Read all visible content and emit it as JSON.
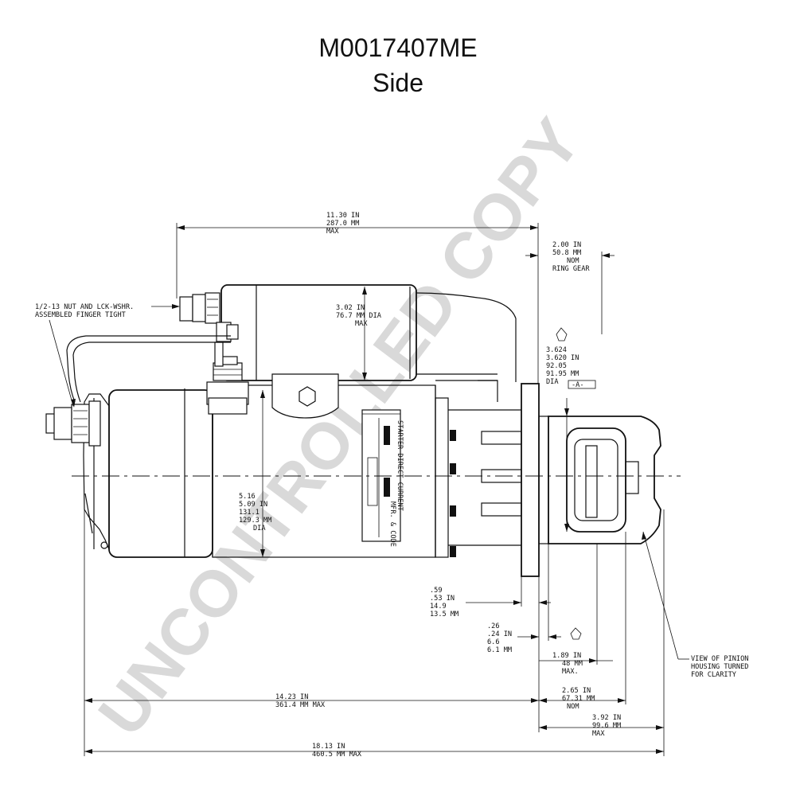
{
  "drawing": {
    "title": "M0017407ME",
    "view": "Side",
    "watermark": "UNCONTROLLED COPY"
  },
  "callouts": {
    "nut_line1": "1/2-13 NUT AND LCK-WSHR.",
    "nut_line2": "ASSEMBLED FINGER TIGHT",
    "view_line1": "VIEW OF PINION",
    "view_line2": "HOUSING TURNED",
    "view_line3": "FOR CLARITY",
    "datum": "-A-"
  },
  "nameplate": {
    "line1": "STARTER DIRECT CURRENT",
    "line2": "MFR. & CODE"
  },
  "dimensions": {
    "top_length": [
      "11.30 IN",
      "287.0 MM",
      "MAX"
    ],
    "ring_gear": [
      "2.00 IN",
      "50.8 MM",
      "NOM",
      "RING GEAR"
    ],
    "solenoid_dia": [
      "3.02 IN",
      "76.7 MM DIA",
      "MAX"
    ],
    "pilot_dia": [
      "3.624",
      "3.620 IN",
      "92.05",
      "91.95 MM",
      "DIA"
    ],
    "frame_dia": [
      "5.16",
      "5.09 IN",
      "131.1",
      "129.3 MM",
      "DIA"
    ],
    "flange_a": [
      ".59",
      ".53 IN",
      "14.9",
      "13.5 MM"
    ],
    "flange_b": [
      ".26",
      ".24 IN",
      "6.6",
      "6.1 MM"
    ],
    "pinion_1": [
      "1.89 IN",
      "48 MM",
      "MAX."
    ],
    "pinion_2": [
      "2.65 IN",
      "67.31 MM",
      "NOM"
    ],
    "pinion_3": [
      "3.92 IN",
      "99.6 MM",
      "MAX"
    ],
    "body_length": [
      "14.23 IN",
      "361.4 MM MAX"
    ],
    "overall_length": [
      "18.13 IN",
      "460.5 MM MAX"
    ]
  }
}
